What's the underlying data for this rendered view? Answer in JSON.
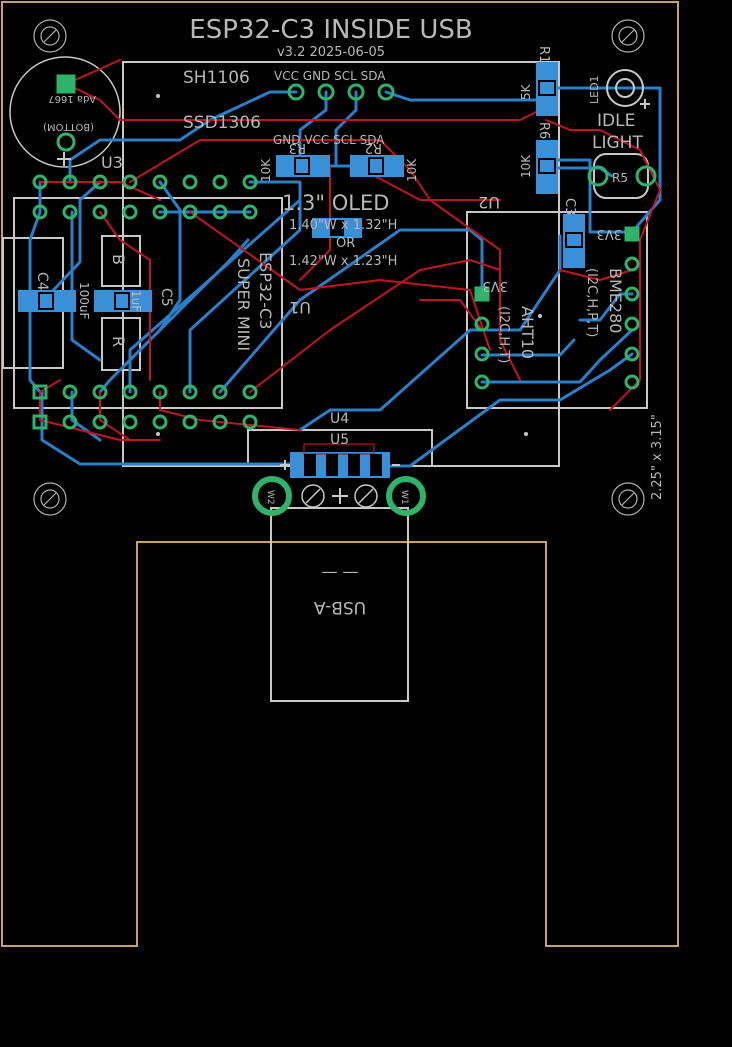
{
  "board": {
    "title": "ESP32-C3 INSIDE USB",
    "version": "v3.2  2025-06-05",
    "size_note": "2.25\" x 3.15\"",
    "usb_label": "USB-A",
    "usb_minus": "—  —"
  },
  "oled": {
    "sh1106": "SH1106",
    "ssd1306": "SSD1306",
    "pins_top": "VCC GND SCL SDA",
    "pins_bottom": "GND VCC SCL SDA",
    "size": "1.3\" OLED",
    "dim1": "1.40\"W x 1.32\"H",
    "or": "OR",
    "dim2": "1.42\"W x 1.23\"H"
  },
  "parts": {
    "u3": "U3",
    "u1": "U1",
    "u2": "U2",
    "u4": "U4",
    "u5": "U5",
    "r1": "R1",
    "r2": "R2",
    "r3": "R3",
    "r5": "R5",
    "r6": "R6",
    "c3": "C3",
    "c4": "C4",
    "c5": "C5",
    "led1": "LED1",
    "r1_val": "5K",
    "r6_val": "10K",
    "r3_val": "10K",
    "r2_val": "10K",
    "c4_val": "100uF",
    "c5_val": "1uF",
    "idle": "IDLE",
    "light": "LIGHT",
    "esp_label1": "ESP32-C3",
    "esp_label2": "SUPER MINI",
    "r_label": "R",
    "b_label": "B",
    "buzzer1": "Ada 1667",
    "buzzer2": "(BOTTOM)",
    "aht_label": "AHT10",
    "aht_sub": "(I2C,H,T)",
    "bme_label": "BME280",
    "bme_sub": "(I2C,H,P,T)",
    "v3a": "3V3",
    "v3b": "3V3",
    "w1": "W1",
    "w2": "W2"
  },
  "colors": {
    "top_copper": "#c0151e",
    "bottom_copper": "#2a7fc8",
    "silk": "#c8c8c8",
    "outline": "#c9a35a",
    "pad_green": "#2fb36a",
    "smd_blue": "#3a90d6"
  }
}
